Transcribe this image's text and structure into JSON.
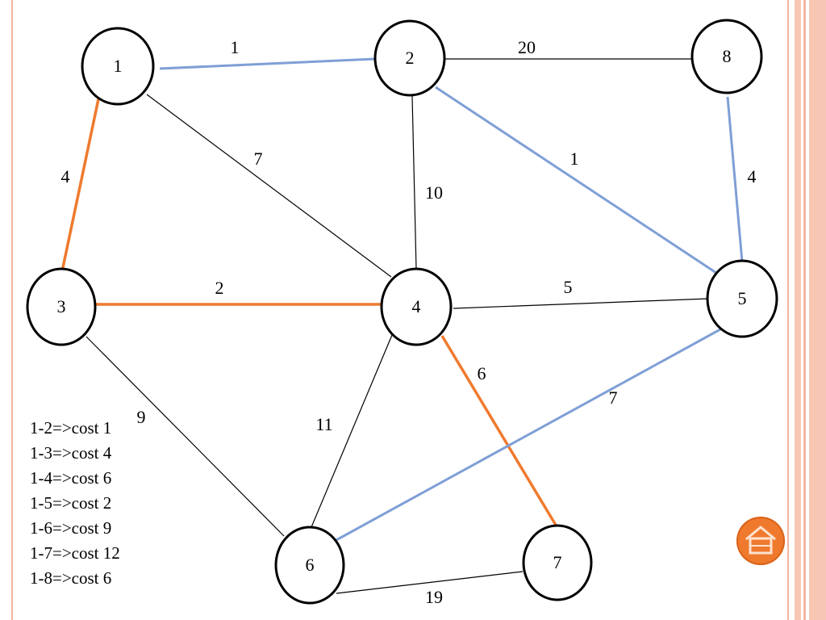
{
  "colors": {
    "mst_blue": "#7f9fd6",
    "mst_orange": "#ef7a2e",
    "edge_black": "#000000",
    "frame_left": "#f4b5a0",
    "frame_right": "#f8c7b4"
  },
  "nodes": [
    {
      "id": "1",
      "label": "1"
    },
    {
      "id": "2",
      "label": "2"
    },
    {
      "id": "3",
      "label": "3"
    },
    {
      "id": "4",
      "label": "4"
    },
    {
      "id": "5",
      "label": "5"
    },
    {
      "id": "6",
      "label": "6"
    },
    {
      "id": "7",
      "label": "7"
    },
    {
      "id": "8",
      "label": "8"
    }
  ],
  "edges": [
    {
      "from": "1",
      "to": "2",
      "weight": "1",
      "color": "blue"
    },
    {
      "from": "2",
      "to": "8",
      "weight": "20",
      "color": "black"
    },
    {
      "from": "1",
      "to": "3",
      "weight": "4",
      "color": "orange"
    },
    {
      "from": "1",
      "to": "4",
      "weight": "7",
      "color": "black"
    },
    {
      "from": "2",
      "to": "4",
      "weight": "10",
      "color": "black"
    },
    {
      "from": "2",
      "to": "5",
      "weight": "1",
      "color": "blue"
    },
    {
      "from": "8",
      "to": "5",
      "weight": "4",
      "color": "blue"
    },
    {
      "from": "3",
      "to": "4",
      "weight": "2",
      "color": "orange"
    },
    {
      "from": "4",
      "to": "5",
      "weight": "5",
      "color": "black"
    },
    {
      "from": "4",
      "to": "7",
      "weight": "6",
      "color": "orange"
    },
    {
      "from": "5",
      "to": "6",
      "weight": "7",
      "color": "blue"
    },
    {
      "from": "3",
      "to": "6",
      "weight": "9",
      "color": "black"
    },
    {
      "from": "4",
      "to": "6",
      "weight": "11",
      "color": "black"
    },
    {
      "from": "6",
      "to": "7",
      "weight": "19",
      "color": "black"
    }
  ],
  "legend": [
    "1-2=>cost 1",
    "1-3=>cost 4",
    "1-4=>cost 6",
    "1-5=>cost 2",
    "1-6=>cost 9",
    "1-7=>cost 12",
    "1-8=>cost 6"
  ],
  "icons": {
    "home": "home-icon"
  }
}
